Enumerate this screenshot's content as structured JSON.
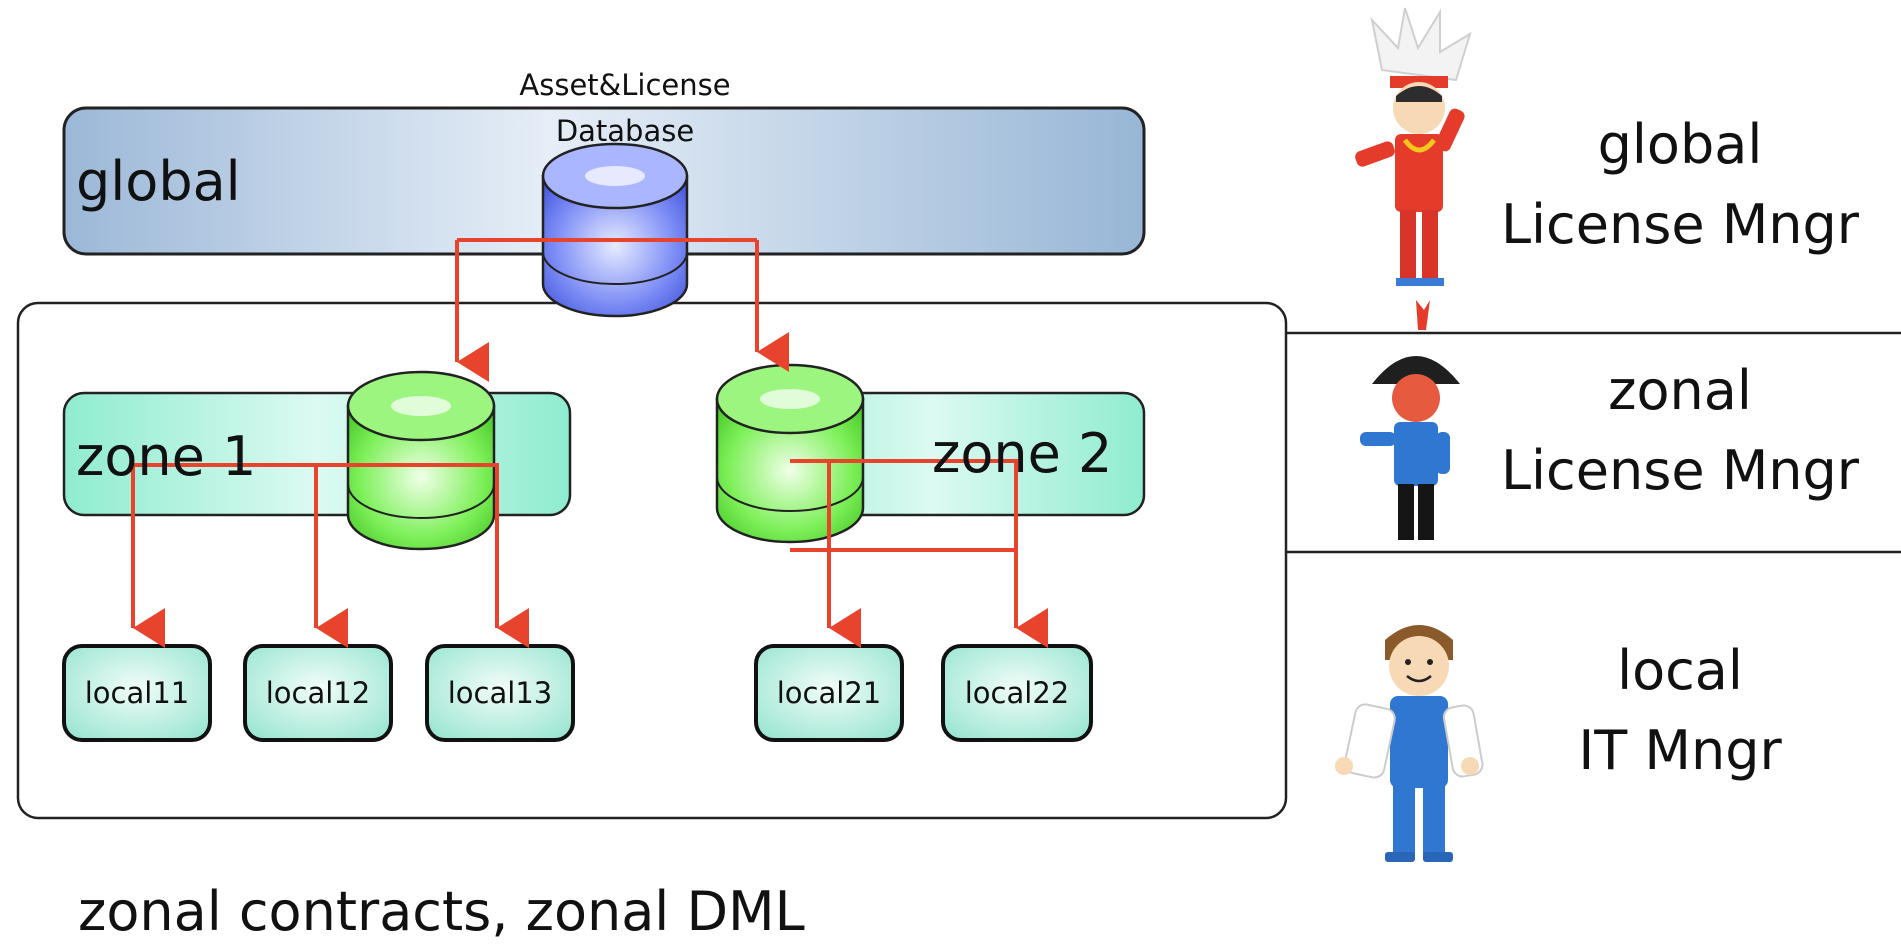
{
  "global_band": {
    "label": "global"
  },
  "database": {
    "caption_line1": "Asset&License",
    "caption_line2": "Database"
  },
  "zones": [
    {
      "label": "zone 1",
      "locals": [
        "local11",
        "local12",
        "local13"
      ]
    },
    {
      "label": "zone 2",
      "locals": [
        "local21",
        "local22"
      ]
    }
  ],
  "roles": [
    {
      "line1": "global",
      "line2": "License Mngr",
      "figure": "chief-figure-icon"
    },
    {
      "line1": "zonal",
      "line2": "License Mngr",
      "figure": "general-figure-icon"
    },
    {
      "line1": "local",
      "line2": "IT Mngr",
      "figure": "worker-figure-icon"
    }
  ],
  "footer": "zonal contracts, zonal DML",
  "colors": {
    "global_db": "#4f63e6",
    "zone_db": "#5ee63f",
    "arrow": "#e8432c",
    "global_band": "#a9c3e0",
    "zone_band": "#a9f0de",
    "local_box": "#c8f3e9"
  }
}
